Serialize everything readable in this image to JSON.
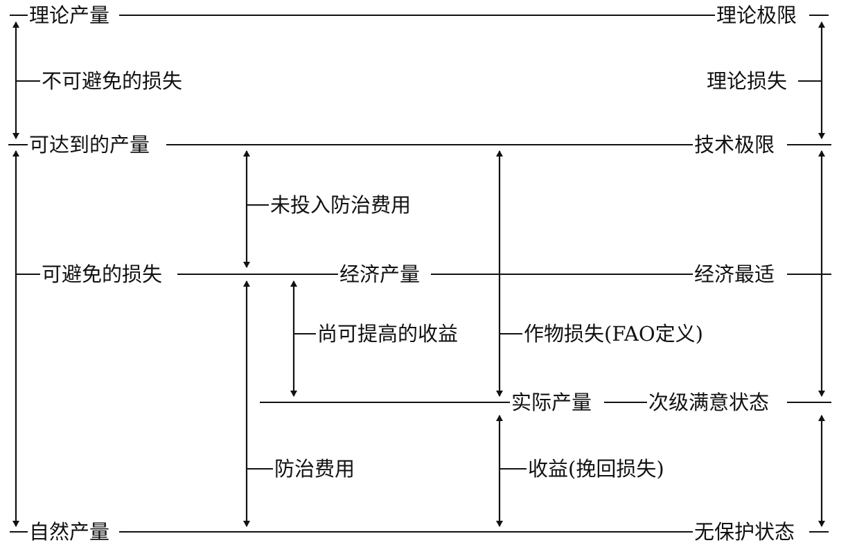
{
  "levels": {
    "theoretical_yield": "理论产量",
    "theoretical_limit": "理论极限",
    "attainable_yield": "可达到的产量",
    "technical_limit": "技术极限",
    "avoidable_loss": "可避免的损失",
    "economic_yield": "经济产量",
    "economic_optimum": "经济最适",
    "actual_yield": "实际产量",
    "sub_satisfactory": "次级满意状态",
    "natural_yield": "自然产量",
    "unprotected": "无保护状态"
  },
  "intervals": {
    "unavoidable_loss": "不可避免的损失",
    "theoretical_loss": "理论损失",
    "uninvested_control_cost": "未投入防治费用",
    "improvable_gain": "尚可提高的收益",
    "crop_loss_fao": "作物损失(FAO定义)",
    "control_cost": "防治费用",
    "benefit": "收益(挽回损失)"
  }
}
